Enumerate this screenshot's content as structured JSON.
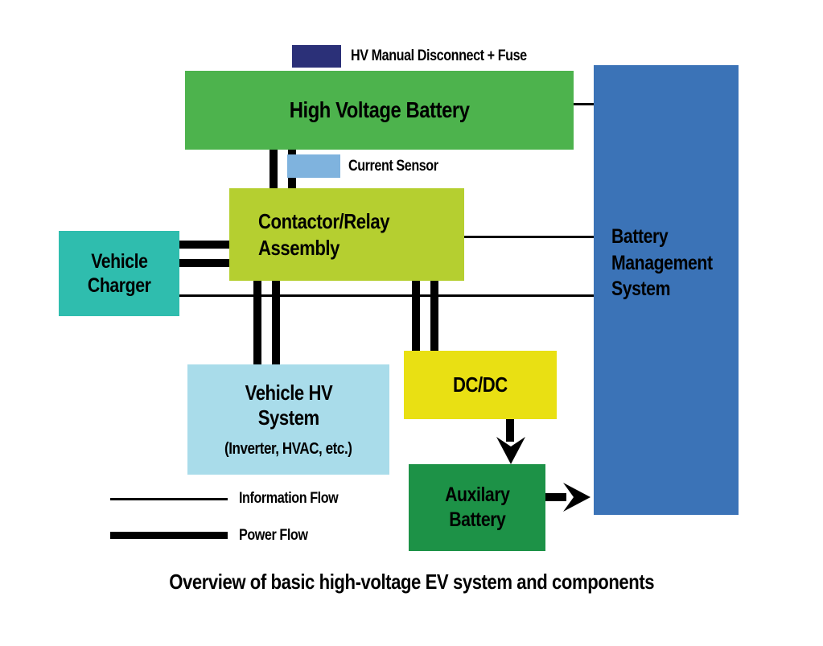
{
  "caption": "Overview of basic high-voltage EV system and components",
  "legend": {
    "information_flow_label": "Information Flow",
    "power_flow_label": "Power Flow"
  },
  "nodes": {
    "hv_disconnect": {
      "label": "HV Manual Disconnect + Fuse",
      "color": "#2b3078"
    },
    "hv_battery": {
      "label": "High Voltage Battery",
      "color": "#4db34d"
    },
    "current_sensor": {
      "label": "Current Sensor",
      "color": "#7fb3de"
    },
    "contactor": {
      "line1": "Contactor/Relay",
      "line2": "Assembly",
      "color": "#b5cf30"
    },
    "vehicle_charger": {
      "line1": "Vehicle",
      "line2": "Charger",
      "color": "#2fbdae"
    },
    "bms": {
      "line1": "Battery",
      "line2": "Management",
      "line3": "System",
      "color": "#3b73b7"
    },
    "vehicle_hv": {
      "line1": "Vehicle HV",
      "line2": "System",
      "note": "(Inverter, HVAC, etc.)",
      "color": "#a9dcea"
    },
    "dcdc": {
      "label": "DC/DC",
      "color": "#e9e013"
    },
    "aux_battery": {
      "line1": "Auxilary",
      "line2": "Battery",
      "color": "#1d9247"
    }
  },
  "flow": {
    "line_color": "#000000"
  }
}
